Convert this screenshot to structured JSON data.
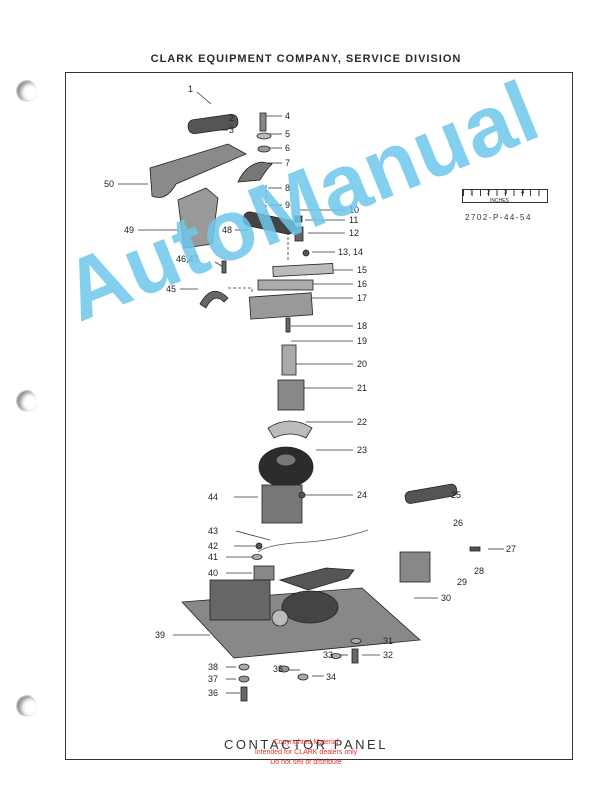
{
  "header": {
    "company": "CLARK EQUIPMENT COMPANY, SERVICE DIVISION"
  },
  "scale": {
    "numbers": "1 2 3 4",
    "unit": "INCHES",
    "part_number": "2702-P-44-54"
  },
  "callouts": {
    "c1": "1",
    "c2": "2",
    "c3": "3",
    "c4": "4",
    "c5": "5",
    "c6": "6",
    "c7": "7",
    "c8": "8",
    "c9": "9",
    "c10": "10",
    "c11": "11",
    "c12": "12",
    "c13": "13, 14",
    "c15": "15",
    "c16": "16",
    "c17": "17",
    "c18": "18",
    "c19": "19",
    "c20": "20",
    "c21": "21",
    "c22": "22",
    "c23": "23",
    "c24": "24",
    "c25": "25",
    "c26": "26",
    "c27": "27",
    "c28": "28",
    "c29": "29",
    "c30": "30",
    "c31": "31",
    "c32": "32",
    "c33": "33",
    "c34": "34",
    "c35": "35",
    "c36": "36",
    "c37": "37",
    "c38": "38",
    "c39": "39",
    "c40": "40",
    "c41": "41",
    "c42": "42",
    "c43": "43",
    "c44": "44",
    "c45": "45",
    "c46": "46,47",
    "c48": "48",
    "c49": "49",
    "c50": "50"
  },
  "watermark": "AutoManual",
  "footer": {
    "title": "CONTACTOR PANEL",
    "copy1": "Copyrighted Material",
    "copy2": "Intended for CLARK dealers only",
    "copy3": "Do not sell or distribute"
  }
}
